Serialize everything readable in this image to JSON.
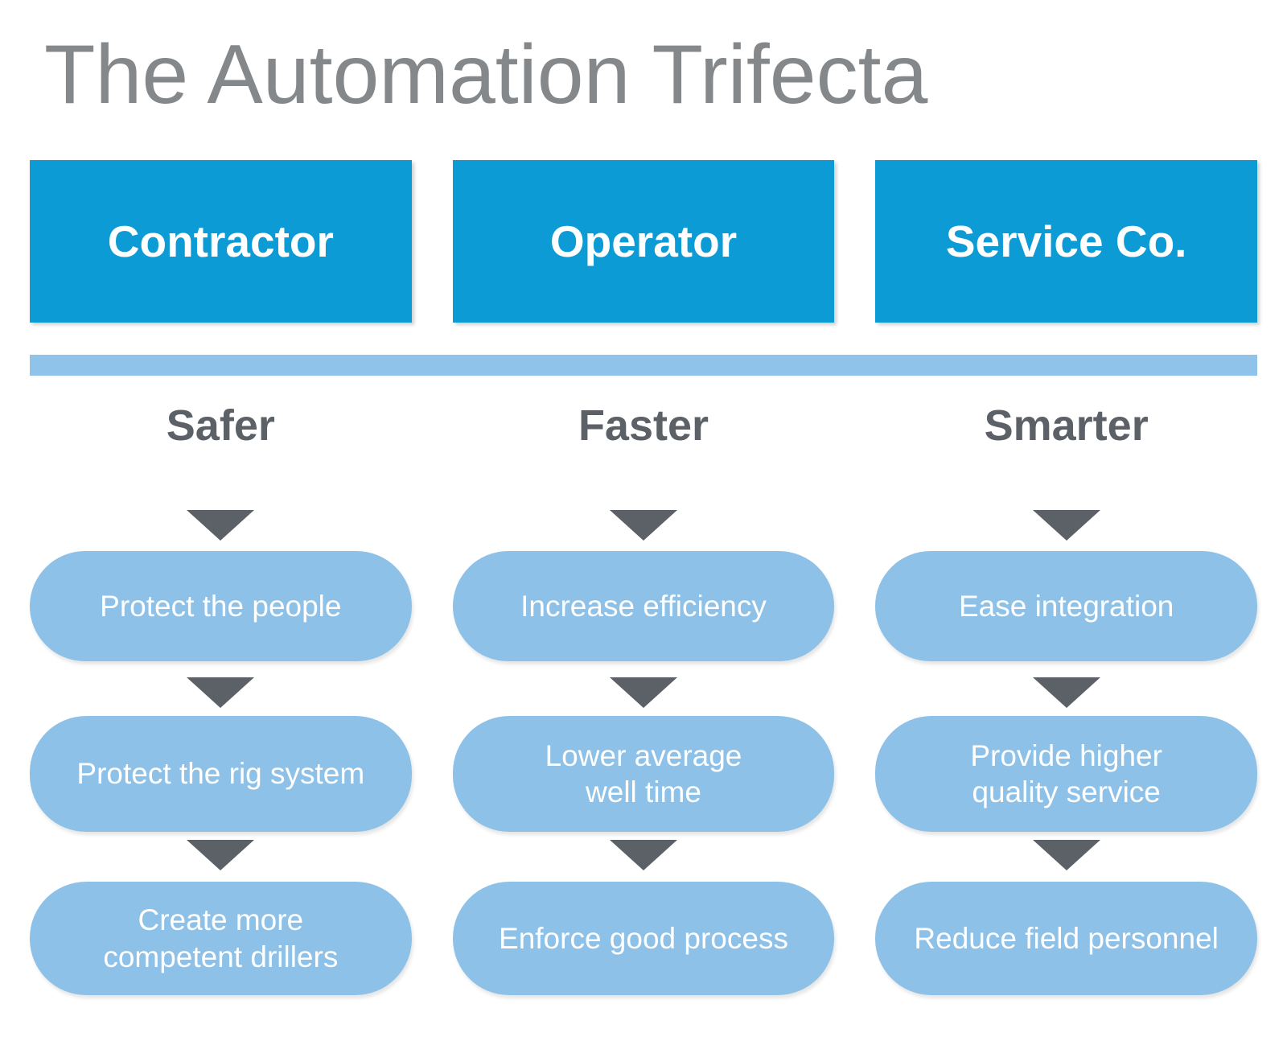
{
  "title": "The Automation Trifecta",
  "colors": {
    "header_blue": "#0d9bd6",
    "light_blue": "#8dc1e8",
    "divider_blue": "#8fc3e9",
    "dark_gray": "#5b6167",
    "title_gray": "#85888b"
  },
  "columns": [
    {
      "header": "Contractor",
      "label": "Safer",
      "steps": [
        "Protect the people",
        "Protect the rig system",
        "Create more\ncompetent drillers"
      ]
    },
    {
      "header": "Operator",
      "label": "Faster",
      "steps": [
        "Increase efficiency",
        "Lower average\nwell time",
        "Enforce good process"
      ]
    },
    {
      "header": "Service Co.",
      "label": "Smarter",
      "steps": [
        "Ease integration",
        "Provide higher\nquality service",
        "Reduce field personnel"
      ]
    }
  ]
}
